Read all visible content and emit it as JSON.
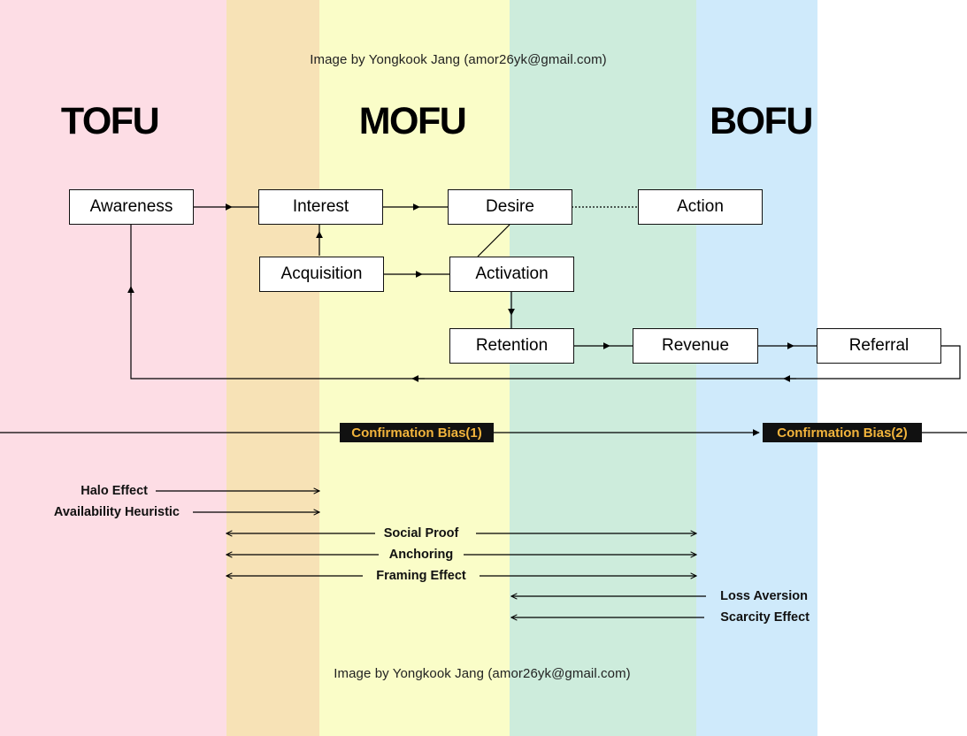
{
  "credit_top": "Image by Yongkook Jang (amor26yk@gmail.com)",
  "credit_bottom": "Image by Yongkook Jang (amor26yk@gmail.com)",
  "stages": {
    "tofu": "TOFU",
    "mofu": "MOFU",
    "bofu": "BOFU"
  },
  "colors": {
    "pink": "#fddde5",
    "orange": "#f7e2b6",
    "yellow": "#fafdc8",
    "green": "#cdecdc",
    "blue": "#cfeafb",
    "bias_bg": "#111111",
    "bias_text": "#f2b43c"
  },
  "nodes": {
    "awareness": "Awareness",
    "interest": "Interest",
    "desire": "Desire",
    "action": "Action",
    "acquisition": "Acquisition",
    "activation": "Activation",
    "retention": "Retention",
    "revenue": "Revenue",
    "referral": "Referral"
  },
  "biases": {
    "confirmation_1": "Confirmation Bias(1)",
    "confirmation_2": "Confirmation Bias(2)"
  },
  "effects": {
    "halo": "Halo Effect",
    "availability": "Availability Heuristic",
    "social_proof": "Social Proof",
    "anchoring": "Anchoring",
    "framing": "Framing Effect",
    "loss_aversion": "Loss Aversion",
    "scarcity": "Scarcity Effect"
  }
}
